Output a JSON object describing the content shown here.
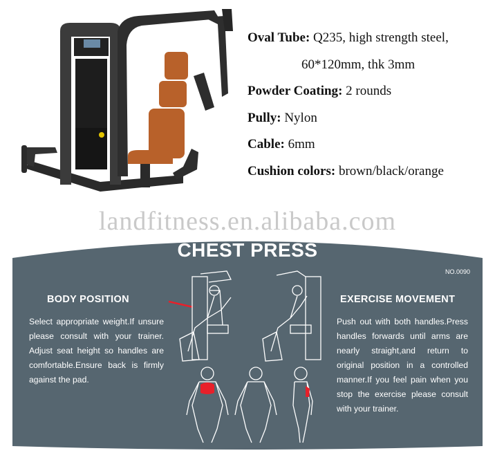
{
  "specs": [
    {
      "label": "Oval Tube",
      "value": "Q235, high strength steel,"
    },
    {
      "label": "",
      "value": "60*120mm, thk 3mm"
    },
    {
      "label": "Powder Coating",
      "value": "2 rounds"
    },
    {
      "label": "Pully",
      "value": "Nylon"
    },
    {
      "label": "Cable",
      "value": "6mm"
    },
    {
      "label": "Cushion colors",
      "value": "brown/black/orange"
    }
  ],
  "watermark": "landfitness.en.alibaba.com",
  "panel": {
    "title": "CHEST PRESS",
    "model_no": "NO.0090",
    "body_position": {
      "heading": "BODY POSITION",
      "text": "Select appropriate weight.If unsure please consult with your trainer. Adjust seat height so handles are comfortable.Ensure back is firmly against the pad."
    },
    "exercise_movement": {
      "heading": "EXERCISE MOVEMENT",
      "text": "Push out with both handles.Press handles forwards until arms are nearly straight,and return to original position in a controlled manner.If you feel pain when you stop the exercise please consult with your trainer."
    },
    "colors": {
      "panel": "#566670",
      "highlight": "#e8202a",
      "cushion": "#b8612a"
    }
  }
}
